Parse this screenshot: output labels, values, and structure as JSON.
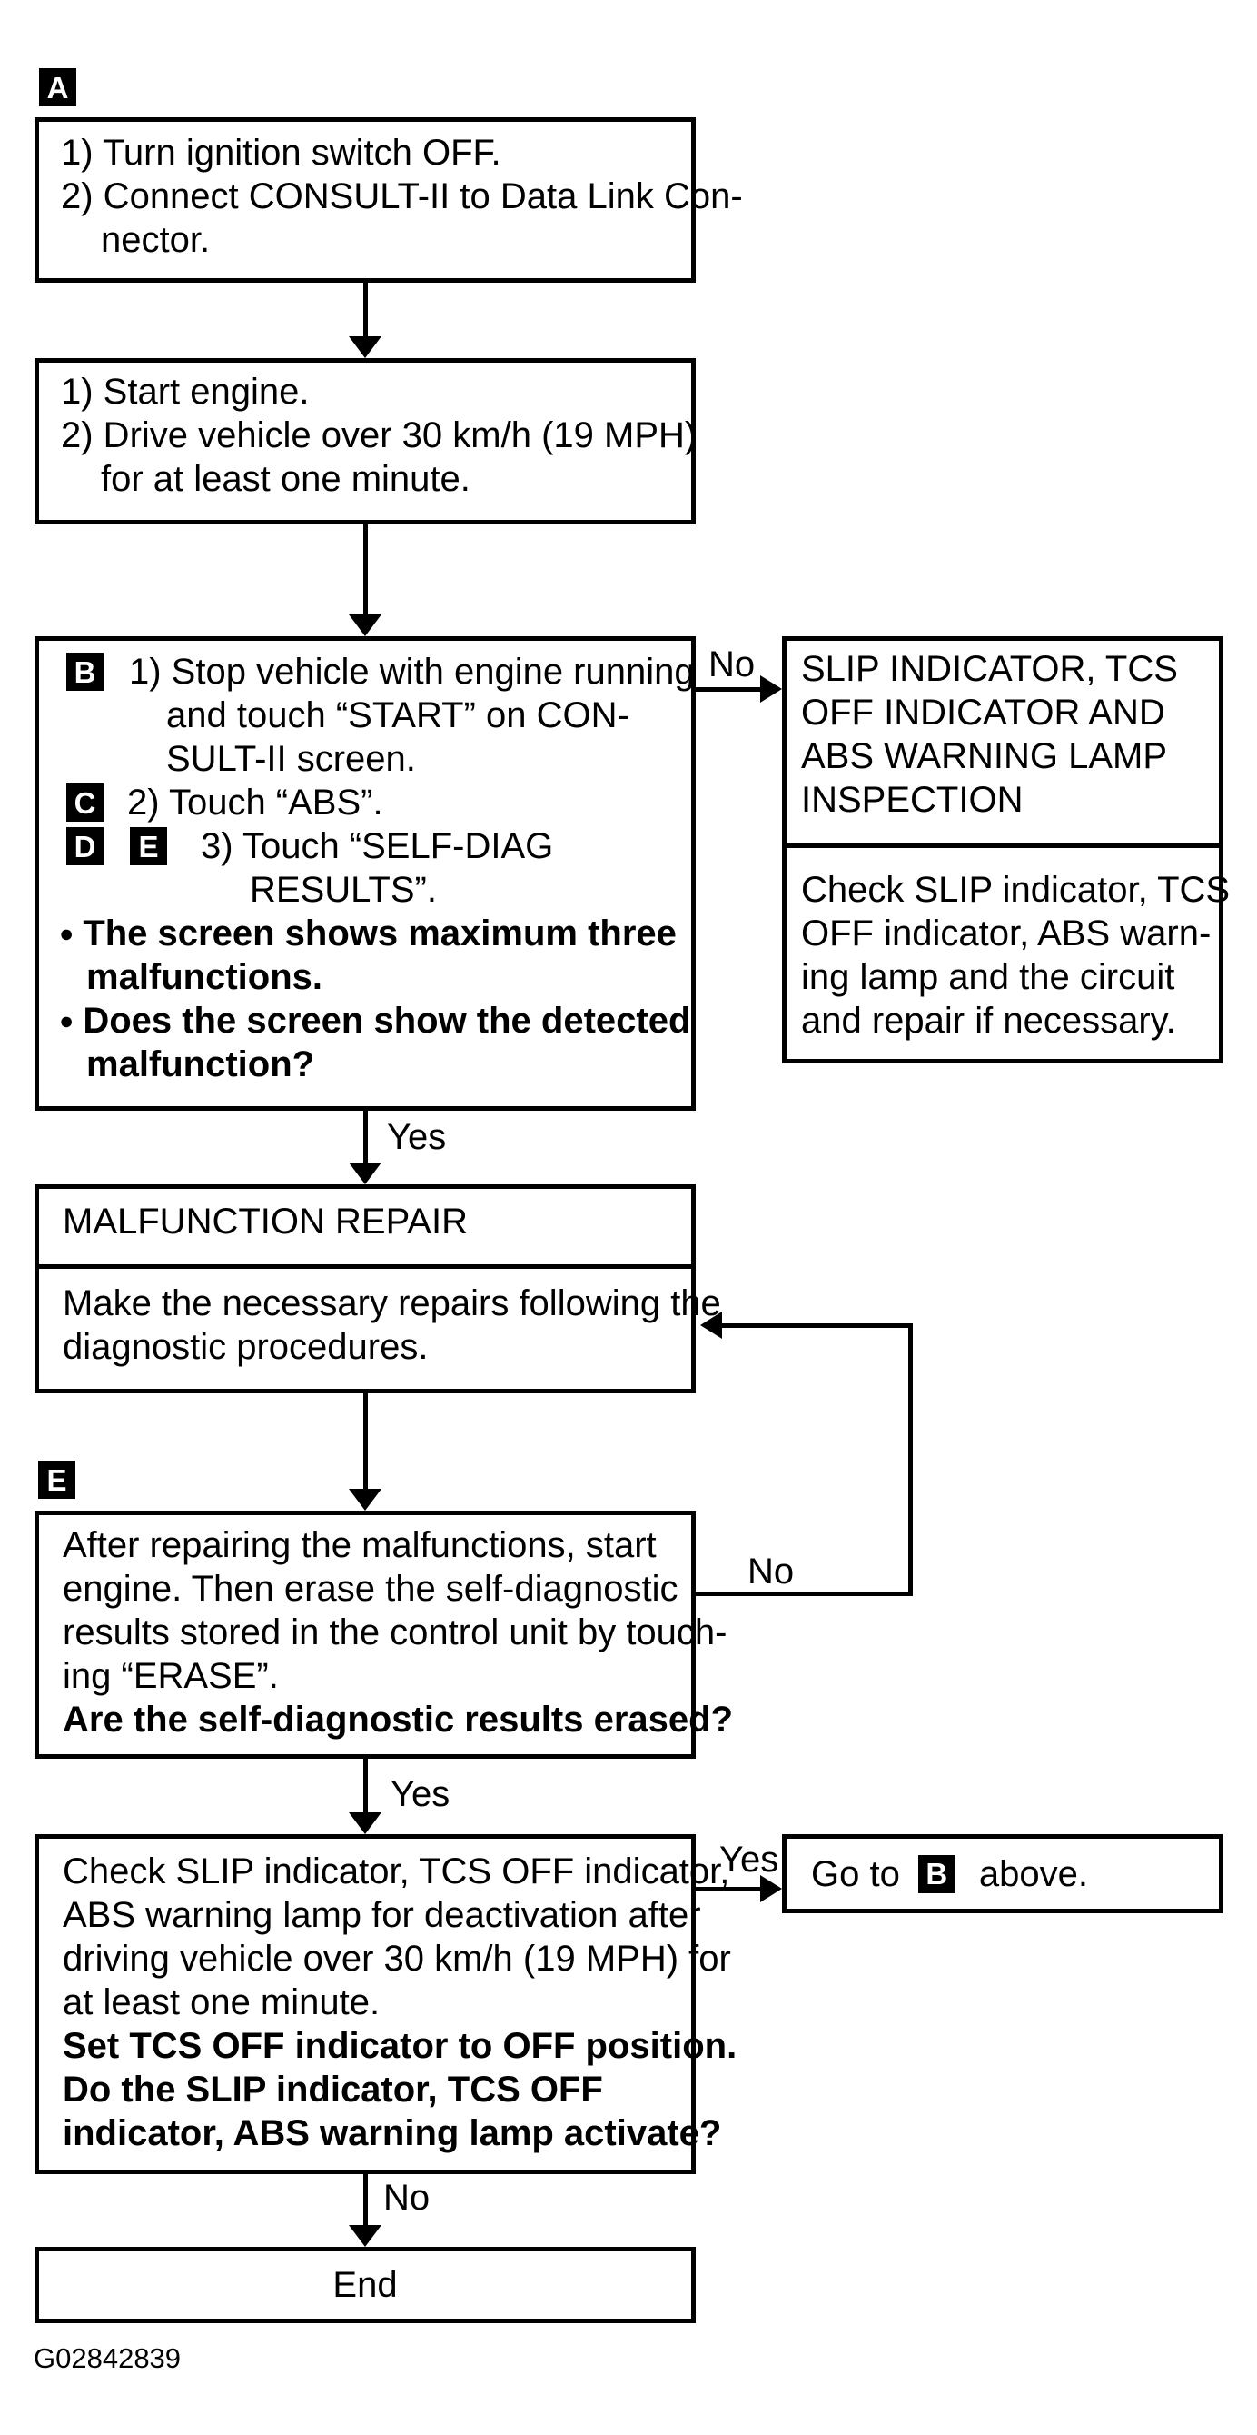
{
  "figure_id": "G02842839",
  "icons": {
    "bullet": "●"
  },
  "tiles": {
    "a": "A",
    "b": "B",
    "c": "C",
    "d": "D",
    "e": "E",
    "e_standalone": "E",
    "b_goto": "B"
  },
  "connector_labels": {
    "no1": "No",
    "yes1": "Yes",
    "no2": "No",
    "yes2": "Yes",
    "yes3": "Yes",
    "no3": "No"
  },
  "box1": {
    "lines": [
      "1) Turn ignition switch OFF.",
      "2) Connect CONSULT-II to Data Link Con-",
      "nector."
    ]
  },
  "box2": {
    "lines": [
      "1) Start engine.",
      "2) Drive vehicle over 30 km/h (19 MPH)",
      "for at least one minute."
    ]
  },
  "box3": {
    "step1": "1) Stop vehicle with engine running",
    "step1_cont1": "and touch “START” on CON-",
    "step1_cont2": "SULT-II screen.",
    "step2": "2) Touch “ABS”.",
    "step3": "3) Touch “SELF-DIAG",
    "step3_cont": "RESULTS”.",
    "bullet1": "The screen shows maximum three",
    "bullet1_cont": "malfunctions.",
    "bullet2": "Does the screen show the detected",
    "bullet2_cont": "malfunction?"
  },
  "right_box": {
    "title_lines": [
      "SLIP INDICATOR, TCS",
      "OFF INDICATOR AND",
      "ABS WARNING LAMP",
      "INSPECTION"
    ],
    "body_lines": [
      "Check SLIP indicator, TCS",
      "OFF indicator, ABS warn-",
      "ing lamp and the circuit",
      "and repair if necessary."
    ]
  },
  "box4": {
    "title": "MALFUNCTION REPAIR",
    "lines": [
      "Make the necessary repairs following the",
      "diagnostic procedures."
    ]
  },
  "box5": {
    "lines": [
      "After repairing the malfunctions, start",
      "engine. Then erase the self-diagnostic",
      "results stored in the control unit by touch-",
      "ing “ERASE”."
    ],
    "question": "Are the self-diagnostic results erased?"
  },
  "box6": {
    "lines": [
      "Check SLIP indicator, TCS OFF indicator,",
      "ABS warning lamp for deactivation after",
      "driving vehicle over 30 km/h (19 MPH) for",
      "at least one minute."
    ],
    "bold_lines": [
      "Set TCS OFF indicator to OFF position.",
      "Do the SLIP indicator, TCS OFF",
      "indicator, ABS warning lamp activate?"
    ]
  },
  "goto_box": {
    "pre": "Go to",
    "post": "above."
  },
  "end_box": {
    "label": "End"
  }
}
